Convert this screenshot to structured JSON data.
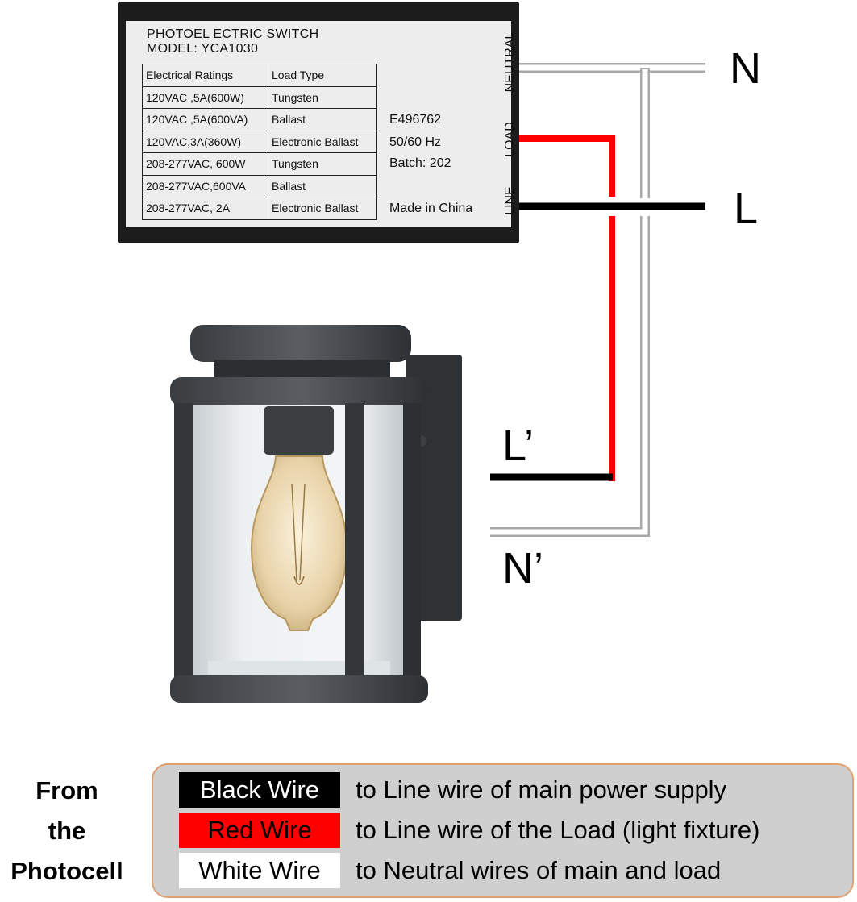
{
  "photocell": {
    "title": "PHOTOEL ECTRIC SWITCH",
    "model": "MODEL: YCA1030",
    "table_headers": [
      "Electrical Ratings",
      "Load Type"
    ],
    "table_rows": [
      [
        "120VAC ,5A(600W)",
        "Tungsten"
      ],
      [
        "120VAC ,5A(600VA)",
        "Ballast"
      ],
      [
        "120VAC,3A(360W)",
        "Electronic Ballast"
      ],
      [
        "208-277VAC, 600W",
        "Tungsten"
      ],
      [
        "208-277VAC,600VA",
        "Ballast"
      ],
      [
        "208-277VAC, 2A",
        "Electronic Ballast"
      ]
    ],
    "cert": "E496762",
    "frequency": "50/60 Hz",
    "batch": "Batch: 202",
    "origin": "Made in China",
    "terminals": {
      "neutral": "NEUTRAL",
      "load": "LOAD",
      "line": "LINE"
    }
  },
  "wire_labels": {
    "n": "N",
    "l": "L",
    "l_prime": "L’",
    "n_prime": "N’"
  },
  "wire_colors": {
    "black": "#000000",
    "red": "#ff0000",
    "white": "#ffffff",
    "white_outline": "#a8a8a8"
  },
  "legend": {
    "source_lines": [
      "From",
      "the",
      "Photocell"
    ],
    "rows": [
      {
        "swatch": "Black Wire",
        "bg": "#000000",
        "fg": "#ffffff",
        "text": "to Line wire of main power supply"
      },
      {
        "swatch": "Red Wire",
        "bg": "#ff0000",
        "fg": "#000000",
        "text": "to Line wire of the Load (light fixture)"
      },
      {
        "swatch": "White Wire",
        "bg": "#ffffff",
        "fg": "#000000",
        "text": "to Neutral wires of main and load"
      }
    ]
  }
}
